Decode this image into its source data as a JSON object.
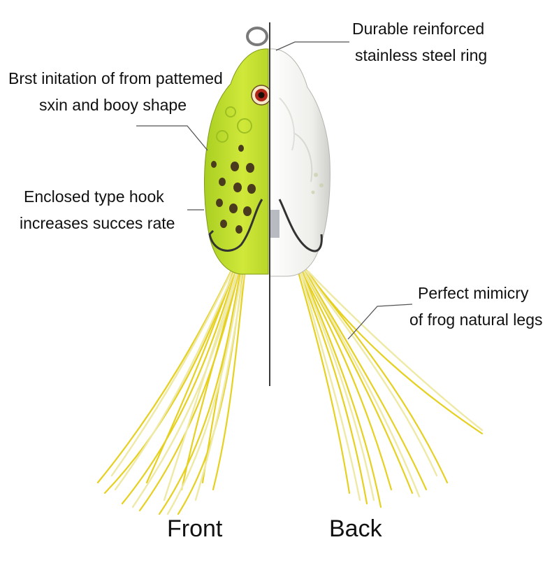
{
  "callouts": {
    "skin": {
      "line1": "Brst initation of from pattemed",
      "line2": "sxin and booy shape"
    },
    "hook": {
      "line1": "Enclosed type hook",
      "line2": "increases succes rate"
    },
    "ring": {
      "line1": "Durable reinforced",
      "line2": "stainless steel ring"
    },
    "legs": {
      "line1": "Perfect mimicry",
      "line2": "of frog natural legs"
    }
  },
  "sides": {
    "front": "Front",
    "back": "Back"
  },
  "colors": {
    "frog_green": "#c8e02a",
    "spot": "#4a3a1e",
    "white_body": "#f2f2ee",
    "legs_yellow": "#e8d21c",
    "legs_pale": "#ece7a2",
    "divider": "#3a3a3a"
  }
}
